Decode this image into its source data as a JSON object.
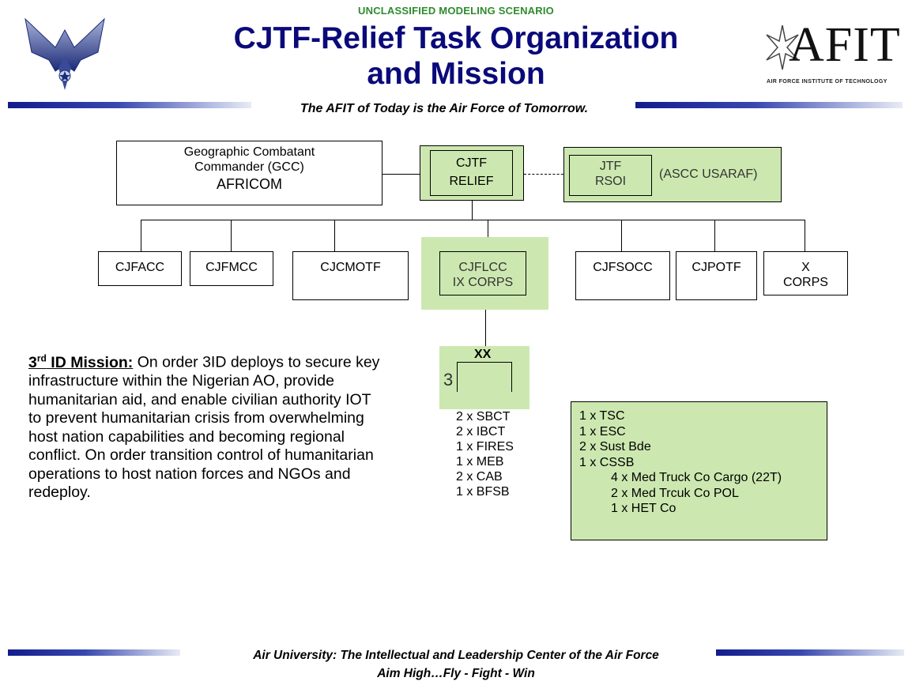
{
  "header": {
    "classification": "UNCLASSIFIED MODELING SCENARIO",
    "title_line1": "CJTF-Relief Task Organization",
    "title_line2": "and Mission",
    "tagline": "The AFIT of Today is the Air Force of Tomorrow.",
    "afit_logo_text": "AFIT",
    "afit_logo_subtext": "Air Force Institute of Technology"
  },
  "org": {
    "gcc": {
      "line1": "Geographic Combatant",
      "line2": "Commander (GCC)",
      "line3": "AFRICOM"
    },
    "cjtf": {
      "line1": "CJTF",
      "line2": "RELIEF"
    },
    "jtf": {
      "line1": "JTF",
      "line2": "RSOI"
    },
    "ascc": "(ASCC USARAF)",
    "components": {
      "cjfacc": "CJFACC",
      "cjfmcc": "CJFMCC",
      "cjcmotf": "CJCMOTF",
      "cjflcc_line1": "CJFLCC",
      "cjflcc_line2": "IX CORPS",
      "cjfsocc": "CJFSOCC",
      "cjpotf": "CJPOTF",
      "xcorps_line1": "X",
      "xcorps_line2": "CORPS"
    },
    "division": {
      "echelon": "XX",
      "number": "3"
    }
  },
  "units": [
    "2 x SBCT",
    "2 x IBCT",
    "1 x FIRES",
    "1 x MEB",
    "2 x CAB",
    "1 x BFSB"
  ],
  "support": {
    "items": [
      "1 x TSC",
      "1 x ESC",
      "2 x Sust Bde",
      "1 x CSSB"
    ],
    "sub_items": [
      "4 x Med Truck Co Cargo (22T)",
      "2 x Med Trcuk Co POL",
      "1 x HET Co"
    ]
  },
  "mission": {
    "lead_base": "3",
    "lead_sup": "rd",
    "lead_rest": " ID Mission:",
    "text": "  On order 3ID deploys to secure key infrastructure within the Nigerian AO, provide humanitarian aid, and enable civilian authority IOT to prevent humanitarian crisis from overwhelming host nation capabilities and becoming regional conflict.  On order transition control of humanitarian operations to host nation forces and NGOs and redeploy."
  },
  "footer": {
    "line1": "Air University: The Intellectual and Leadership Center of the Air Force",
    "line2": "Aim High…Fly - Fight - Win"
  },
  "colors": {
    "title": "#0a0a7a",
    "classification": "#2e8b2e",
    "highlight_green": "#cce8b0",
    "bar_dark": "#121c8c"
  },
  "icons": [
    "air-force-wings-logo",
    "afit-logo"
  ]
}
